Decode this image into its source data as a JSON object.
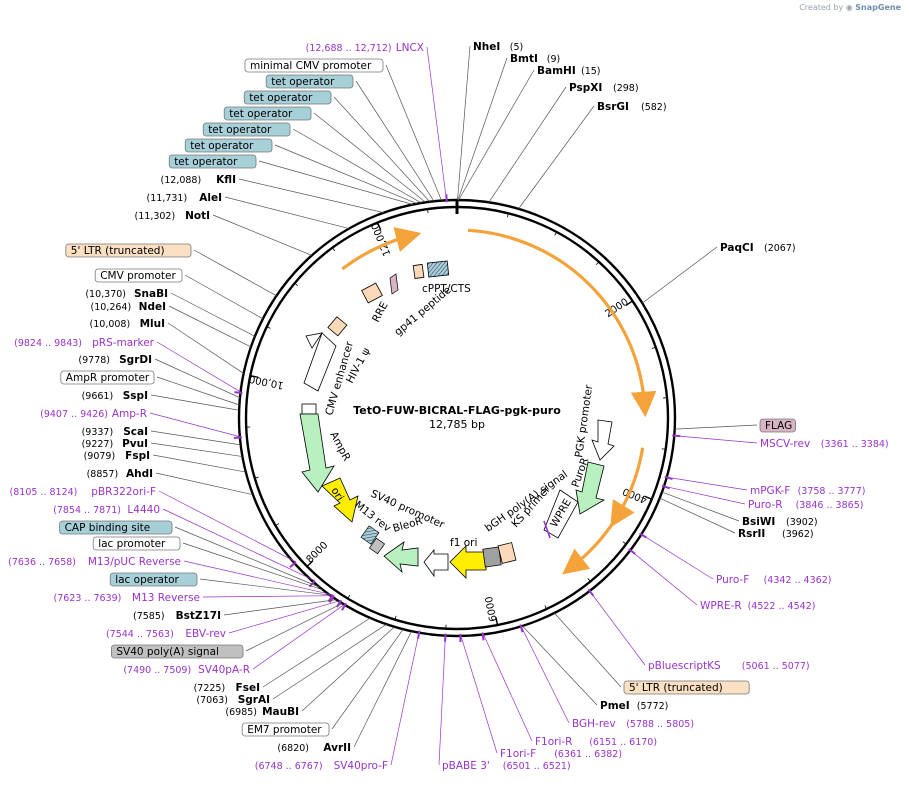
{
  "credit": {
    "prefix": "Created by",
    "brand": "SnapGene"
  },
  "plasmid": {
    "name": "TetO-FUW-BICRAL-FLAG-pgk-puro",
    "size_label": "12,785 bp",
    "length": 12785
  },
  "ticks": [
    {
      "pos": 2000,
      "label": "2000"
    },
    {
      "pos": 4000,
      "label": "4000"
    },
    {
      "pos": 6000,
      "label": "6000"
    },
    {
      "pos": 8000,
      "label": "8000"
    },
    {
      "pos": 10000,
      "label": "10,000"
    },
    {
      "pos": 12000,
      "label": "12,000"
    }
  ],
  "right_labels": [
    {
      "pos": 5,
      "name": "NheI",
      "coord": "(5)",
      "kind": "site"
    },
    {
      "pos": 9,
      "name": "BmtI",
      "coord": "(9)",
      "kind": "site"
    },
    {
      "pos": 15,
      "name": "BamHI",
      "coord": "(15)",
      "kind": "site"
    },
    {
      "pos": 298,
      "name": "PspXI",
      "coord": "(298)",
      "kind": "site"
    },
    {
      "pos": 582,
      "name": "BsrGI",
      "coord": "(582)",
      "kind": "site"
    },
    {
      "pos": 2067,
      "name": "PaqCI",
      "coord": "(2067)",
      "kind": "site"
    },
    {
      "pos": 3300,
      "name": "FLAG",
      "coord": "",
      "kind": "feature",
      "color": "#d8b4c4"
    },
    {
      "pos": 3361,
      "name": "MSCV-rev",
      "coord": "(3361 .. 3384)",
      "kind": "primer"
    },
    {
      "pos": 3758,
      "name": "mPGK-F",
      "coord": "(3758 .. 3777)",
      "kind": "primer"
    },
    {
      "pos": 3846,
      "name": "Puro-R",
      "coord": "(3846 .. 3865)",
      "kind": "primer"
    },
    {
      "pos": 3902,
      "name": "BsiWI",
      "coord": "(3902)",
      "kind": "site"
    },
    {
      "pos": 3962,
      "name": "RsrII",
      "coord": "(3962)",
      "kind": "site"
    },
    {
      "pos": 4342,
      "name": "Puro-F",
      "coord": "(4342 .. 4362)",
      "kind": "primer"
    },
    {
      "pos": 4522,
      "name": "WPRE-R",
      "coord": "(4522 .. 4542)",
      "kind": "primer"
    },
    {
      "pos": 5061,
      "name": "pBluescriptKS",
      "coord": "(5061 .. 5077)",
      "kind": "primer"
    },
    {
      "pos": 5450,
      "name": "5' LTR (truncated)",
      "coord": "",
      "kind": "feature",
      "color": "#fbe0c4"
    },
    {
      "pos": 5772,
      "name": "PmeI",
      "coord": "(5772)",
      "kind": "site"
    },
    {
      "pos": 5788,
      "name": "BGH-rev",
      "coord": "(5788 .. 5805)",
      "kind": "primer"
    },
    {
      "pos": 6151,
      "name": "F1ori-R",
      "coord": "(6151 .. 6170)",
      "kind": "primer"
    },
    {
      "pos": 6361,
      "name": "F1ori-F",
      "coord": "(6361 .. 6382)",
      "kind": "primer"
    },
    {
      "pos": 6501,
      "name": "pBABE 3'",
      "coord": "(6501 .. 6521)",
      "kind": "primer"
    }
  ],
  "left_labels": [
    {
      "pos": 12688,
      "name": "LNCX",
      "coord": "(12,688 .. 12,712)",
      "kind": "primer"
    },
    {
      "pos": 12640,
      "name": "minimal CMV promoter",
      "coord": "",
      "kind": "feature",
      "color": "#ffffff"
    },
    {
      "pos": 12570,
      "name": "tet operator",
      "coord": "",
      "kind": "feature",
      "color": "#a6cfd8"
    },
    {
      "pos": 12530,
      "name": "tet operator",
      "coord": "",
      "kind": "feature",
      "color": "#a6cfd8"
    },
    {
      "pos": 12490,
      "name": "tet operator",
      "coord": "",
      "kind": "feature",
      "color": "#a6cfd8"
    },
    {
      "pos": 12450,
      "name": "tet operator",
      "coord": "",
      "kind": "feature",
      "color": "#a6cfd8"
    },
    {
      "pos": 12410,
      "name": "tet operator",
      "coord": "",
      "kind": "feature",
      "color": "#a6cfd8"
    },
    {
      "pos": 12370,
      "name": "tet operator",
      "coord": "",
      "kind": "feature",
      "color": "#a6cfd8"
    },
    {
      "pos": 12088,
      "name": "KflI",
      "coord": "(12,088)",
      "kind": "site"
    },
    {
      "pos": 11731,
      "name": "AleI",
      "coord": "(11,731)",
      "kind": "site"
    },
    {
      "pos": 11302,
      "name": "NotI",
      "coord": "(11,302)",
      "kind": "site"
    },
    {
      "pos": 10800,
      "name": "5' LTR (truncated)",
      "coord": "",
      "kind": "feature",
      "color": "#fbe0c4"
    },
    {
      "pos": 10550,
      "name": "CMV promoter",
      "coord": "",
      "kind": "feature",
      "color": "#ffffff"
    },
    {
      "pos": 10370,
      "name": "SnaBI",
      "coord": "(10,370)",
      "kind": "site"
    },
    {
      "pos": 10264,
      "name": "NdeI",
      "coord": "(10,264)",
      "kind": "site"
    },
    {
      "pos": 10008,
      "name": "MluI",
      "coord": "(10,008)",
      "kind": "site"
    },
    {
      "pos": 9824,
      "name": "pRS-marker",
      "coord": "(9824 .. 9843)",
      "kind": "primer"
    },
    {
      "pos": 9778,
      "name": "SgrDI",
      "coord": "(9778)",
      "kind": "site"
    },
    {
      "pos": 9710,
      "name": "AmpR promoter",
      "coord": "",
      "kind": "feature",
      "color": "#ffffff"
    },
    {
      "pos": 9661,
      "name": "SspI",
      "coord": "(9661)",
      "kind": "site"
    },
    {
      "pos": 9407,
      "name": "Amp-R",
      "coord": "(9407 .. 9426)",
      "kind": "primer"
    },
    {
      "pos": 9337,
      "name": "ScaI",
      "coord": "(9337)",
      "kind": "site"
    },
    {
      "pos": 9227,
      "name": "PvuI",
      "coord": "(9227)",
      "kind": "site"
    },
    {
      "pos": 9079,
      "name": "FspI",
      "coord": "(9079)",
      "kind": "site"
    },
    {
      "pos": 8857,
      "name": "AhdI",
      "coord": "(8857)",
      "kind": "site"
    },
    {
      "pos": 8105,
      "name": "pBR322ori-F",
      "coord": "(8105 .. 8124)",
      "kind": "primer"
    },
    {
      "pos": 7854,
      "name": "L4440",
      "coord": "(7854 .. 7871)",
      "kind": "primer"
    },
    {
      "pos": 7780,
      "name": "CAP binding site",
      "coord": "",
      "kind": "feature",
      "color": "#a6cfd8"
    },
    {
      "pos": 7740,
      "name": "lac promoter",
      "coord": "",
      "kind": "feature",
      "color": "#ffffff"
    },
    {
      "pos": 7636,
      "name": "M13/pUC Reverse",
      "coord": "(7636 .. 7658)",
      "kind": "primer"
    },
    {
      "pos": 7660,
      "name": "lac operator",
      "coord": "",
      "kind": "feature",
      "color": "#a6cfd8"
    },
    {
      "pos": 7623,
      "name": "M13 Reverse",
      "coord": "(7623 .. 7639)",
      "kind": "primer"
    },
    {
      "pos": 7585,
      "name": "BstZ17I",
      "coord": "(7585)",
      "kind": "site"
    },
    {
      "pos": 7544,
      "name": "EBV-rev",
      "coord": "(7544 .. 7563)",
      "kind": "primer"
    },
    {
      "pos": 7520,
      "name": "SV40 poly(A) signal",
      "coord": "",
      "kind": "feature",
      "color": "#c0c0c0"
    },
    {
      "pos": 7490,
      "name": "SV40pA-R",
      "coord": "(7490 .. 7509)",
      "kind": "primer"
    },
    {
      "pos": 7225,
      "name": "FseI",
      "coord": "(7225)",
      "kind": "site"
    },
    {
      "pos": 7063,
      "name": "SgrAI",
      "coord": "(7063)",
      "kind": "site"
    },
    {
      "pos": 6985,
      "name": "MauBI",
      "coord": "(6985)",
      "kind": "site"
    },
    {
      "pos": 6900,
      "name": "EM7 promoter",
      "coord": "",
      "kind": "feature",
      "color": "#ffffff"
    },
    {
      "pos": 6820,
      "name": "AvrII",
      "coord": "(6820)",
      "kind": "site"
    },
    {
      "pos": 6748,
      "name": "SV40pro-F",
      "coord": "(6748 .. 6767)",
      "kind": "primer"
    }
  ],
  "inner_labels": [
    {
      "name": "cPPT/CTS"
    },
    {
      "name": "RRE"
    },
    {
      "name": "gp41 peptide"
    },
    {
      "name": "CMV enhancer"
    },
    {
      "name": "HIV-1 ψ"
    },
    {
      "name": "AmpR"
    },
    {
      "name": "ori"
    },
    {
      "name": "M13 rev"
    },
    {
      "name": "SV40 promoter"
    },
    {
      "name": "BleoR"
    },
    {
      "name": "f1 ori"
    },
    {
      "name": "bGH poly(A) signal"
    },
    {
      "name": "KS primer"
    },
    {
      "name": "WPRE"
    },
    {
      "name": "PuroR"
    },
    {
      "name": "PGK promoter"
    }
  ],
  "colors": {
    "insert_arc": "#f4a23a",
    "ampr": "#b8f0c0",
    "ori": "#ffee00",
    "bleo": "#b8f0c0",
    "feature_peach": "#fcd9b8",
    "tet": "#a6cfd8",
    "primer": "#9a33c8"
  }
}
